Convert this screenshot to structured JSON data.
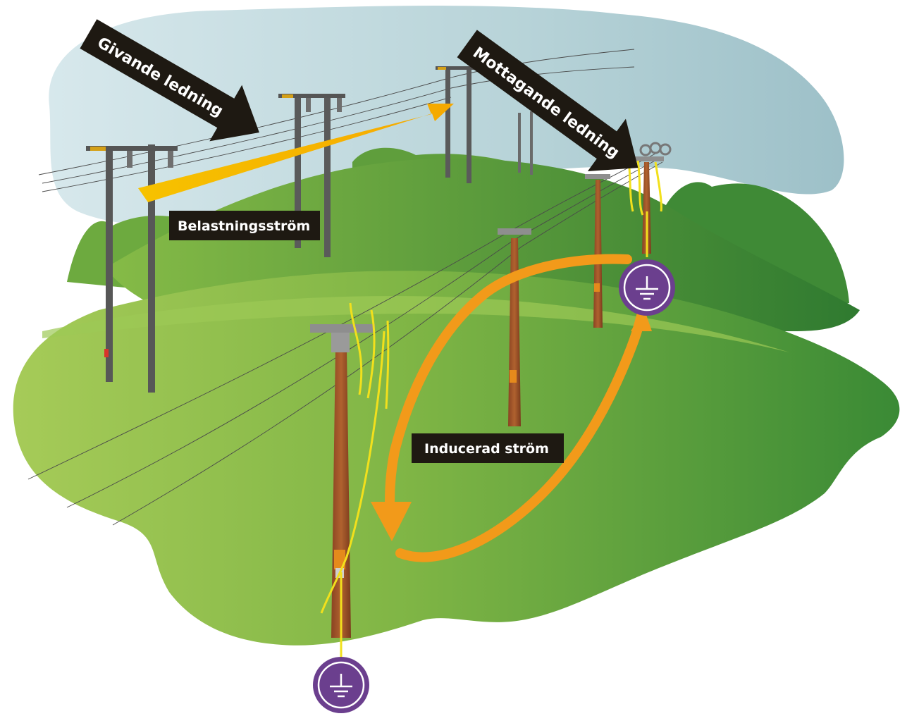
{
  "labels": {
    "givande": "Givande ledning",
    "mottagande": "Mottagande ledning",
    "belastning": "Belastningsström",
    "inducerad": "Inducerad ström"
  },
  "icons": {
    "ground": "ground-icon"
  },
  "colors": {
    "sky": "#a9c9cf",
    "hill_light": "#a7cc5a",
    "hill_dark": "#3e8a36",
    "label_bg": "#1e1912",
    "load_current": "#f5b400",
    "induced_current": "#f29a1a",
    "ground_badge": "#6b3f8e",
    "pole_wood": "#a0522d",
    "pole_steel": "#5a5a5a",
    "earthing_lead": "#f2e01c"
  }
}
